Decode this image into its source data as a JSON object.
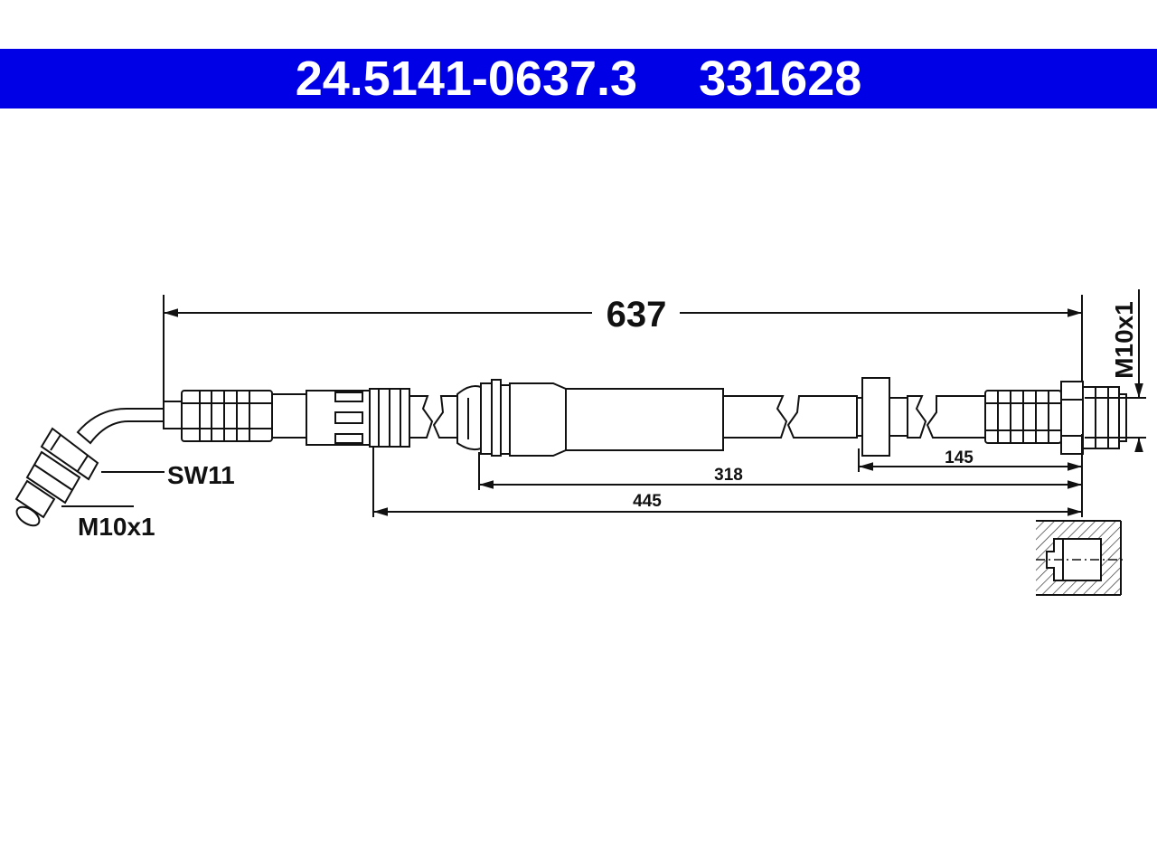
{
  "header": {
    "part_number": "24.5141-0637.3",
    "article_number": "331628",
    "background_color": "#0000e6"
  },
  "dimensions": {
    "total_length": "637",
    "dim_445": "445",
    "dim_318": "318",
    "dim_145": "145"
  },
  "labels": {
    "left_wrench_size": "SW11",
    "left_thread": "M10x1",
    "right_thread": "M10x1"
  }
}
